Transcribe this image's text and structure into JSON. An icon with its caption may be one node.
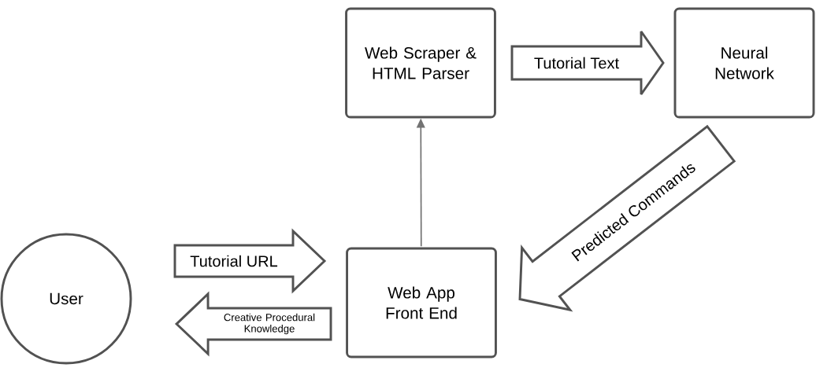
{
  "diagram": {
    "nodes": [
      {
        "text": [
          "Web Scraper & HTML Parser"
        ]
      },
      {
        "text": [
          "Neural Network"
        ]
      },
      {
        "text": [
          "User"
        ]
      },
      {
        "text": [
          "Web App Front End"
        ]
      }
    ],
    "edges": [
      {
        "from": 0,
        "to": 1,
        "arrow": "to",
        "label": "Tutorial Text"
      },
      {
        "from": 1,
        "to": 3,
        "arrow": "to",
        "label": "Predicted Commands"
      },
      {
        "from": 2,
        "to": 3,
        "arrow": "to",
        "label": "Tutorial URL"
      },
      {
        "from": 3,
        "to": 2,
        "arrow": "to",
        "label": "Creative Procedural Knowledge"
      },
      {
        "from": 3,
        "to": 0,
        "arrow": "to"
      }
    ]
  }
}
